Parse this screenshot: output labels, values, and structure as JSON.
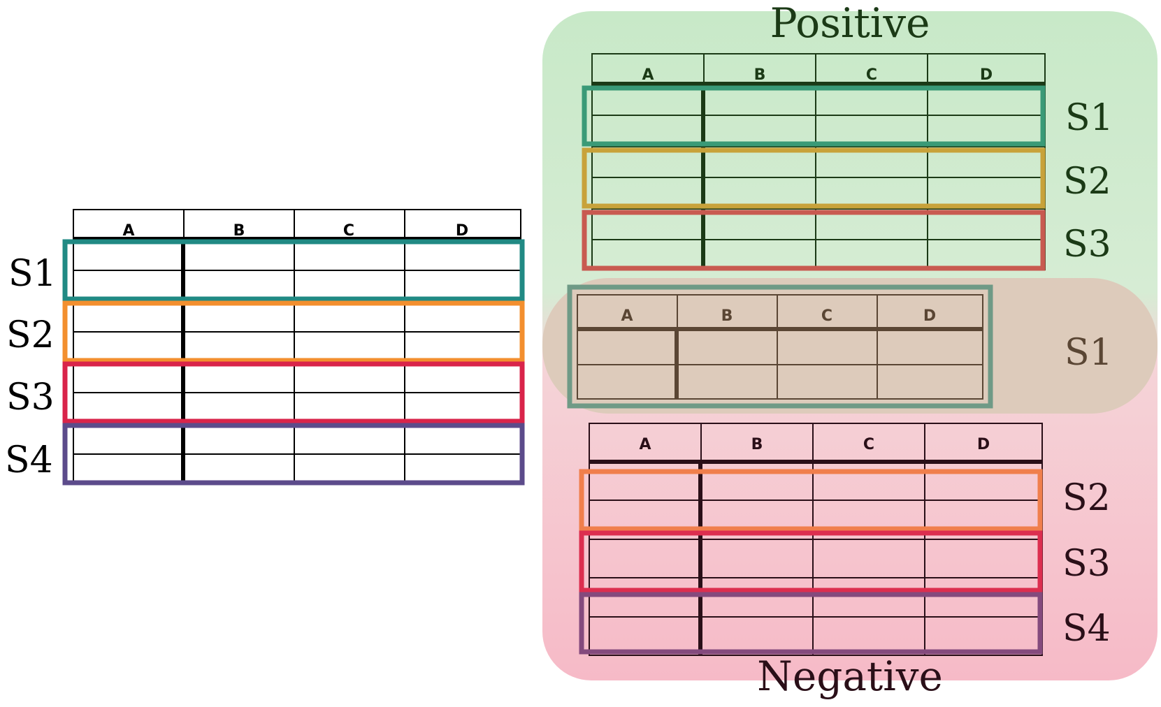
{
  "columns": [
    "A",
    "B",
    "C",
    "D"
  ],
  "left_table": {
    "segments": [
      {
        "label": "S1",
        "color": "#218a84"
      },
      {
        "label": "S2",
        "color": "#f38f2e"
      },
      {
        "label": "S3",
        "color": "#d9244a"
      },
      {
        "label": "S4",
        "color": "#5c4b8b"
      }
    ]
  },
  "positive_panel": {
    "title": "Positive",
    "background": "#c9e8c8",
    "segments": [
      {
        "label": "S1",
        "color": "#3a9a77"
      },
      {
        "label": "S2",
        "color": "#c8a23a"
      },
      {
        "label": "S3",
        "color": "#c85a50"
      }
    ]
  },
  "anchor_panel": {
    "background": "#ddcbbb",
    "segments": [
      {
        "label": "S1",
        "color": "#6f9a86"
      }
    ]
  },
  "negative_panel": {
    "title": "Negative",
    "background": "#f6bfca",
    "segments": [
      {
        "label": "S2",
        "color": "#f07f4c"
      },
      {
        "label": "S3",
        "color": "#dc2e4f"
      },
      {
        "label": "S4",
        "color": "#844a7d"
      }
    ]
  }
}
